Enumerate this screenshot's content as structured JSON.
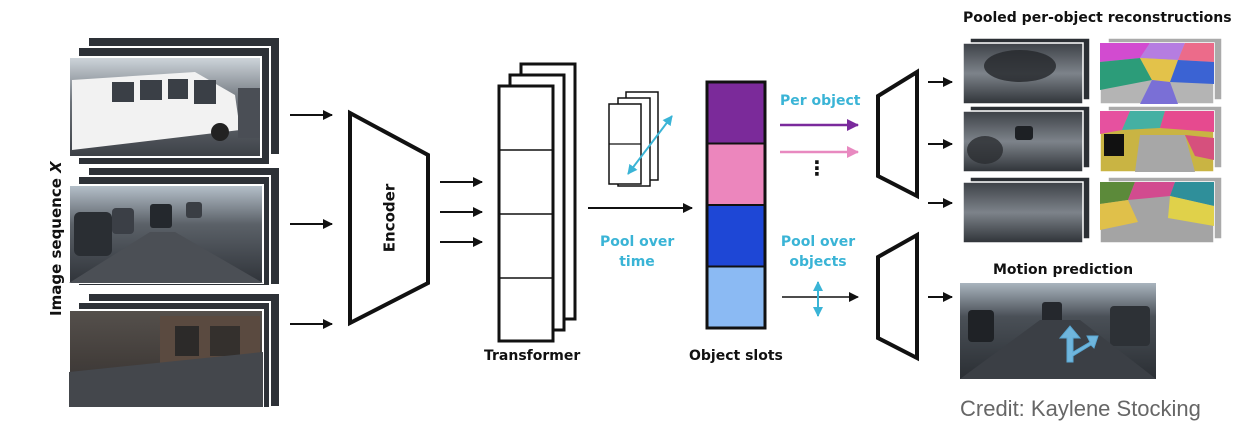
{
  "labels": {
    "image_sequence": "Image sequence",
    "image_sequence_var": "X",
    "encoder": "Encoder",
    "transformer": "Transformer",
    "pool_over_time": [
      "Pool over",
      "time"
    ],
    "object_slots": "Object slots",
    "per_object": "Per object",
    "ellipsis": "⋮",
    "pool_over_objects": [
      "Pool over",
      "objects"
    ],
    "pooled_reconstructions": "Pooled per-object reconstructions",
    "motion_prediction": "Motion prediction",
    "credit": "Credit: Kaylene Stocking"
  },
  "colors": {
    "cyan": "#3ab4d6",
    "per_object_arrow_1": "#7a2a9c",
    "per_object_arrow_2": "#e889c0",
    "slots": [
      "#7b2a9a",
      "#ec86bd",
      "#1e47d6",
      "#8bbaf3"
    ]
  }
}
